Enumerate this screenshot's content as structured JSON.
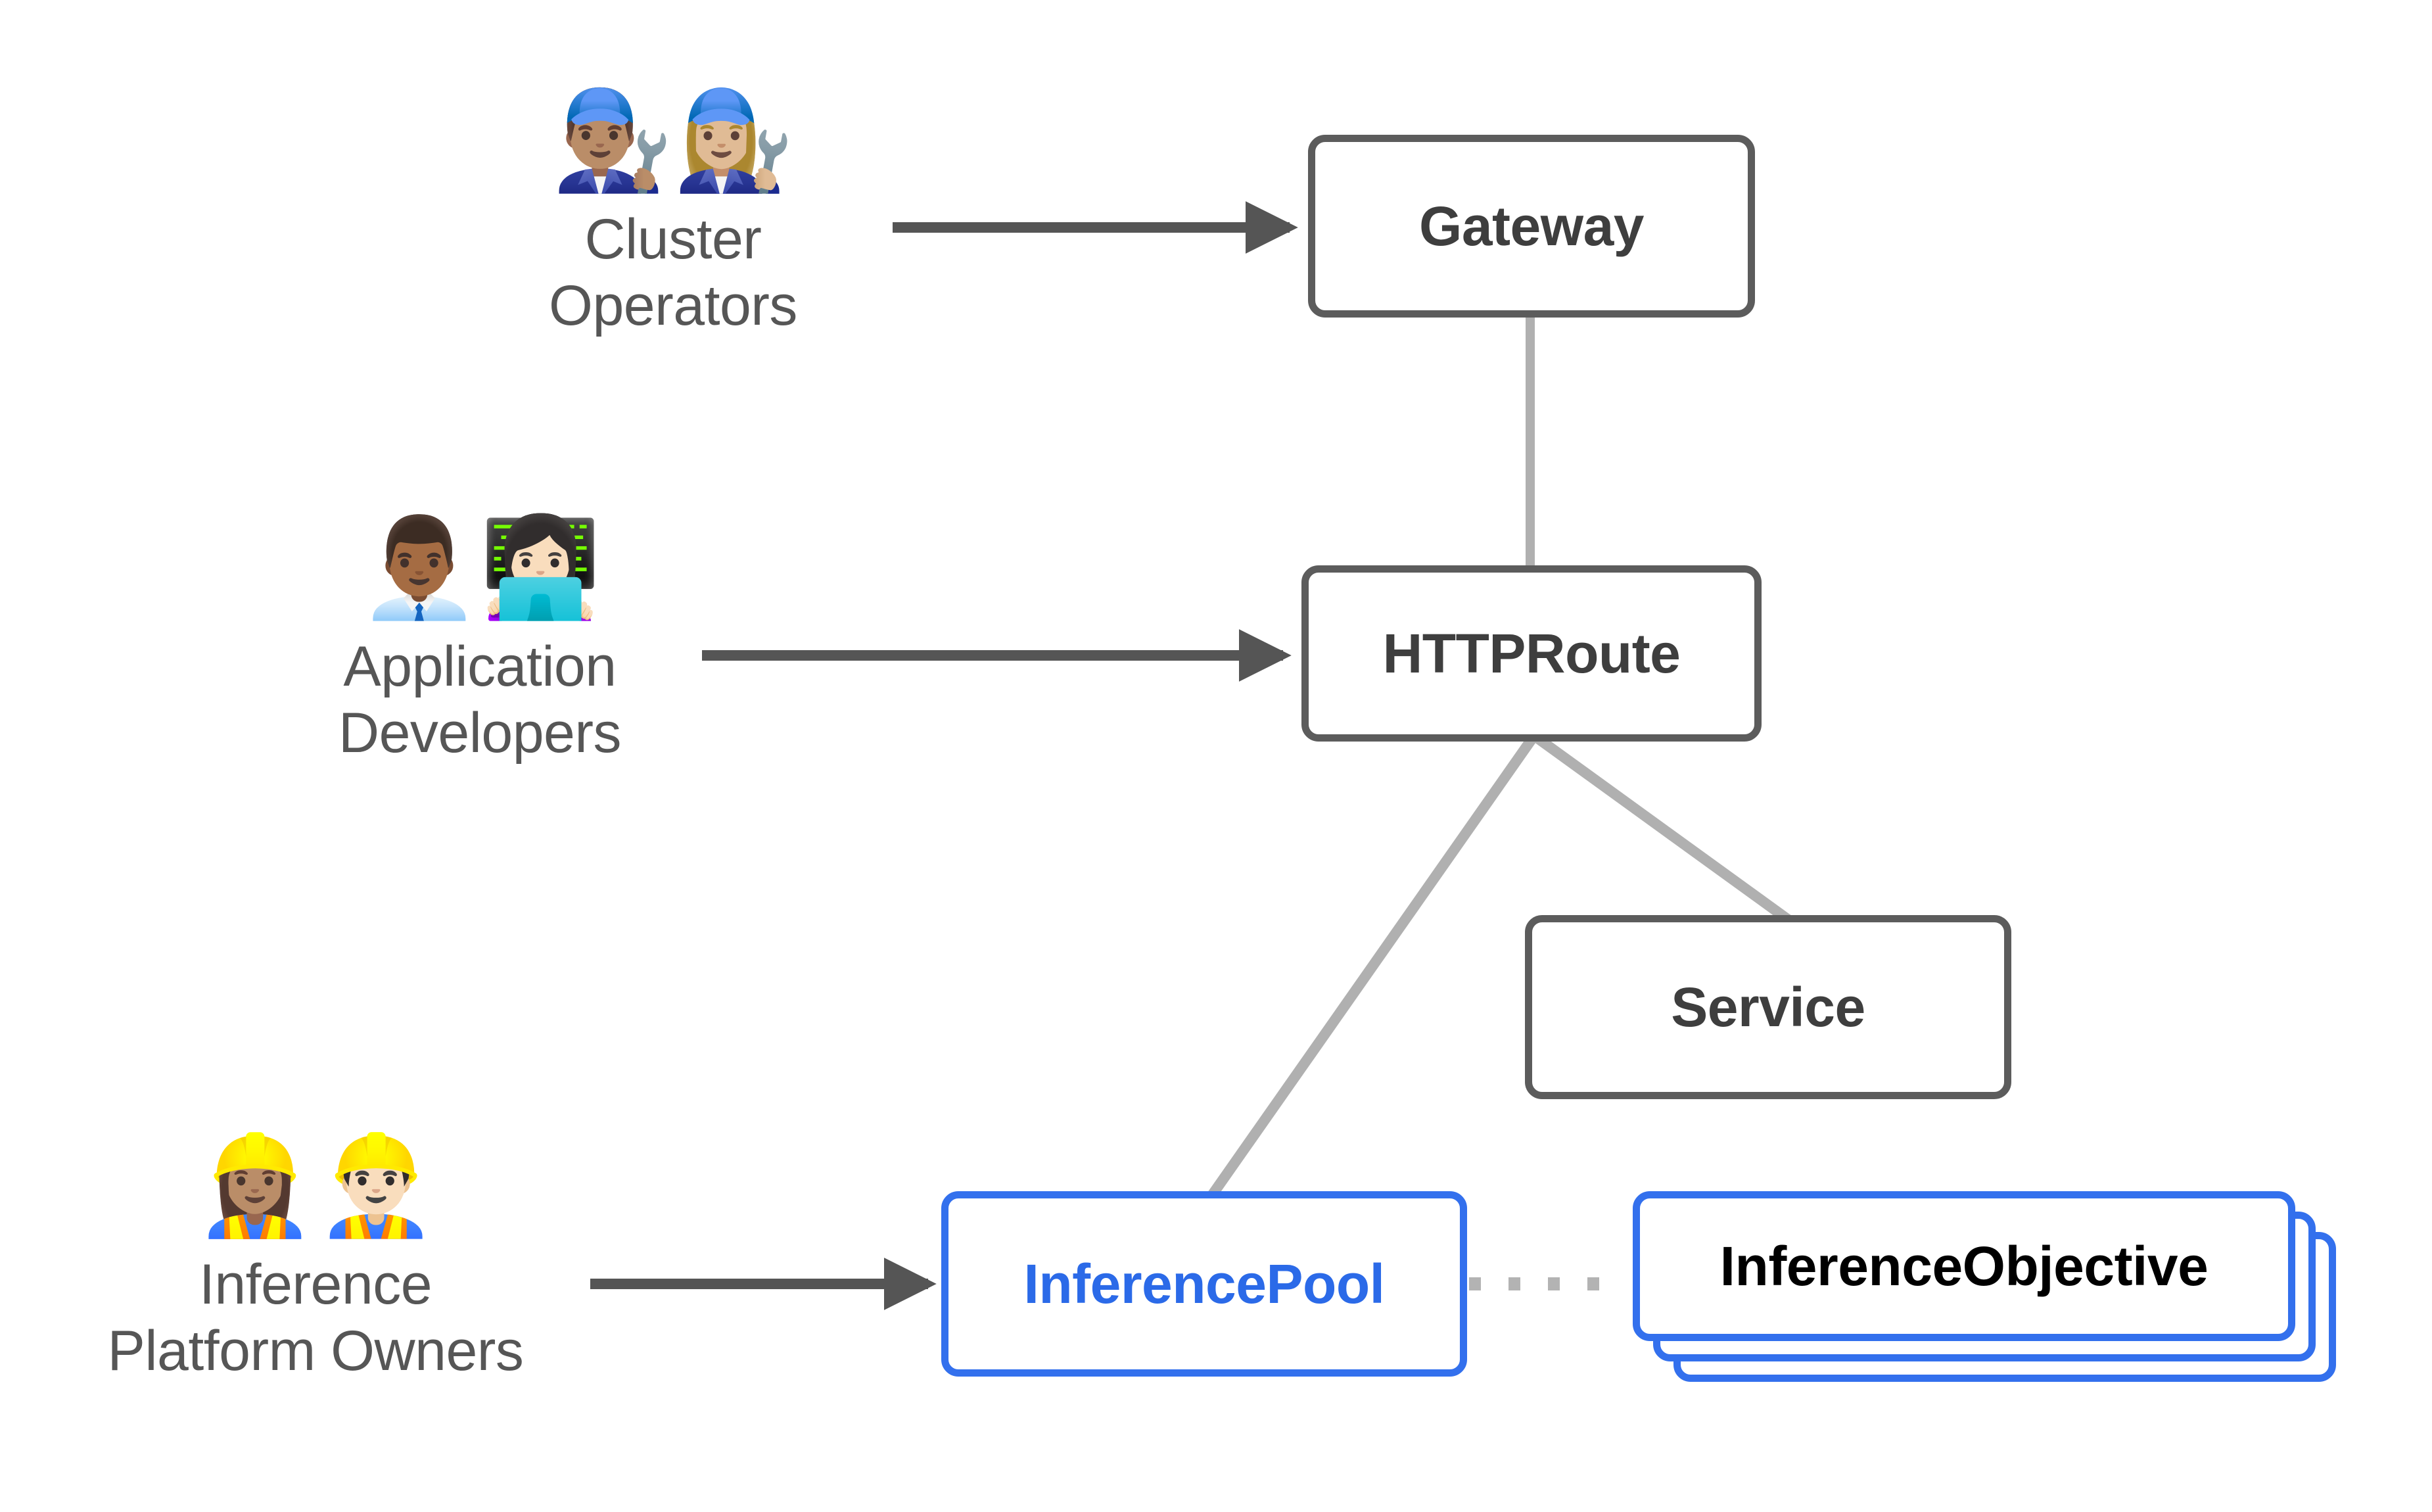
{
  "diagram": {
    "title": "Gateway API Inference Extension personas and resources",
    "background_color": "#ffffff",
    "colors": {
      "gray_border": "#5c5c5c",
      "gray_text": "#3e3e3e",
      "label_text": "#565656",
      "blue_border": "#3370ed",
      "blue_text": "#2b6ae8",
      "solid_arrow": "#555555",
      "relation_line": "#b0b0b0",
      "dotted_line": "#b3b3b3"
    }
  },
  "personas": [
    {
      "id": "cluster-operators",
      "label": "Cluster\nOperators",
      "emojis": [
        "👨🏽‍🔧",
        "👩🏼‍🔧"
      ],
      "emoji_names": [
        "man-mechanic-icon",
        "woman-mechanic-icon"
      ],
      "target": "Gateway"
    },
    {
      "id": "application-developers",
      "label": "Application\nDevelopers",
      "emojis": [
        "👨🏾‍💼",
        "👩🏻‍💻"
      ],
      "emoji_names": [
        "man-office-worker-icon",
        "woman-technologist-icon"
      ],
      "target": "HTTPRoute"
    },
    {
      "id": "inference-platform-owners",
      "label": "Inference\nPlatform Owners",
      "emojis": [
        "👷🏽‍♀️",
        "👷🏻‍♂️"
      ],
      "emoji_names": [
        "woman-construction-worker-icon",
        "man-construction-worker-icon"
      ],
      "target": "InferencePool"
    }
  ],
  "nodes": [
    {
      "id": "gateway",
      "label": "Gateway",
      "style": "gray",
      "stacked": false
    },
    {
      "id": "httproute",
      "label": "HTTPRoute",
      "style": "gray",
      "stacked": false
    },
    {
      "id": "service",
      "label": "Service",
      "style": "gray",
      "stacked": false
    },
    {
      "id": "inference-pool",
      "label": "InferencePool",
      "style": "blue",
      "stacked": false
    },
    {
      "id": "inference-objective",
      "label": "InferenceObjective",
      "style": "blue",
      "stacked": true,
      "stack_count": 3
    }
  ],
  "edges": [
    {
      "id": "operators-to-gateway",
      "from": "cluster-operators",
      "to": "gateway",
      "kind": "arrow"
    },
    {
      "id": "developers-to-httproute",
      "from": "application-developers",
      "to": "httproute",
      "kind": "arrow"
    },
    {
      "id": "owners-to-inferencepool",
      "from": "inference-platform-owners",
      "to": "inference-pool",
      "kind": "arrow"
    },
    {
      "id": "gateway-to-httproute",
      "from": "gateway",
      "to": "httproute",
      "kind": "line"
    },
    {
      "id": "httproute-to-inferencepool",
      "from": "httproute",
      "to": "inference-pool",
      "kind": "line"
    },
    {
      "id": "httproute-to-service",
      "from": "httproute",
      "to": "service",
      "kind": "line"
    },
    {
      "id": "pool-to-objective",
      "from": "inference-pool",
      "to": "inference-objective",
      "kind": "dotted"
    }
  ]
}
